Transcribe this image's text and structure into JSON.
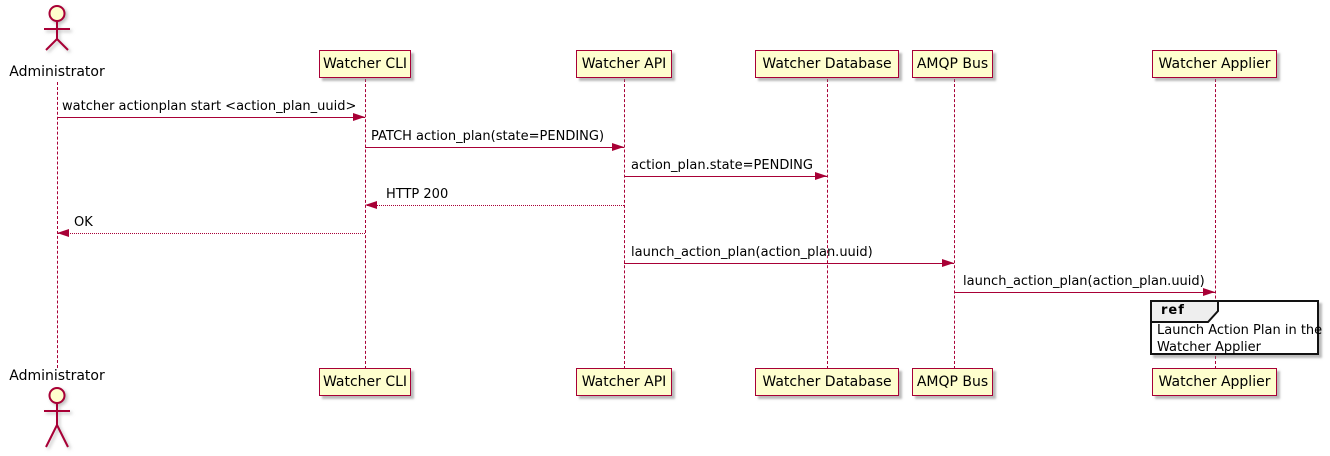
{
  "diagram_type": "uml-sequence-diagram",
  "actor": {
    "name": "Administrator"
  },
  "participants": [
    {
      "name": "Watcher CLI"
    },
    {
      "name": "Watcher API"
    },
    {
      "name": "Watcher Database"
    },
    {
      "name": "AMQP Bus"
    },
    {
      "name": "Watcher Applier"
    }
  ],
  "messages": [
    {
      "from": "Administrator",
      "to": "Watcher CLI",
      "label": "watcher actionplan start <action_plan_uuid>",
      "line": "solid"
    },
    {
      "from": "Watcher CLI",
      "to": "Watcher API",
      "label": "PATCH action_plan(state=PENDING)",
      "line": "solid"
    },
    {
      "from": "Watcher API",
      "to": "Watcher Database",
      "label": "action_plan.state=PENDING",
      "line": "solid"
    },
    {
      "from": "Watcher API",
      "to": "Watcher CLI",
      "label": "HTTP 200",
      "line": "dashed"
    },
    {
      "from": "Watcher CLI",
      "to": "Administrator",
      "label": "OK",
      "line": "dashed"
    },
    {
      "from": "Watcher API",
      "to": "AMQP Bus",
      "label": "launch_action_plan(action_plan.uuid)",
      "line": "solid"
    },
    {
      "from": "AMQP Bus",
      "to": "Watcher Applier",
      "label": "launch_action_plan(action_plan.uuid)",
      "line": "solid"
    }
  ],
  "ref": {
    "keyword": "ref",
    "line1": "Launch Action Plan in the",
    "line2": "Watcher Applier",
    "over": "Watcher Applier"
  },
  "colors": {
    "participant_fill": "#FEFECE",
    "stroke": "#A80036",
    "ref_border": "#121212",
    "ref_tag_fill": "#EEEEEE",
    "text": "#000000"
  }
}
